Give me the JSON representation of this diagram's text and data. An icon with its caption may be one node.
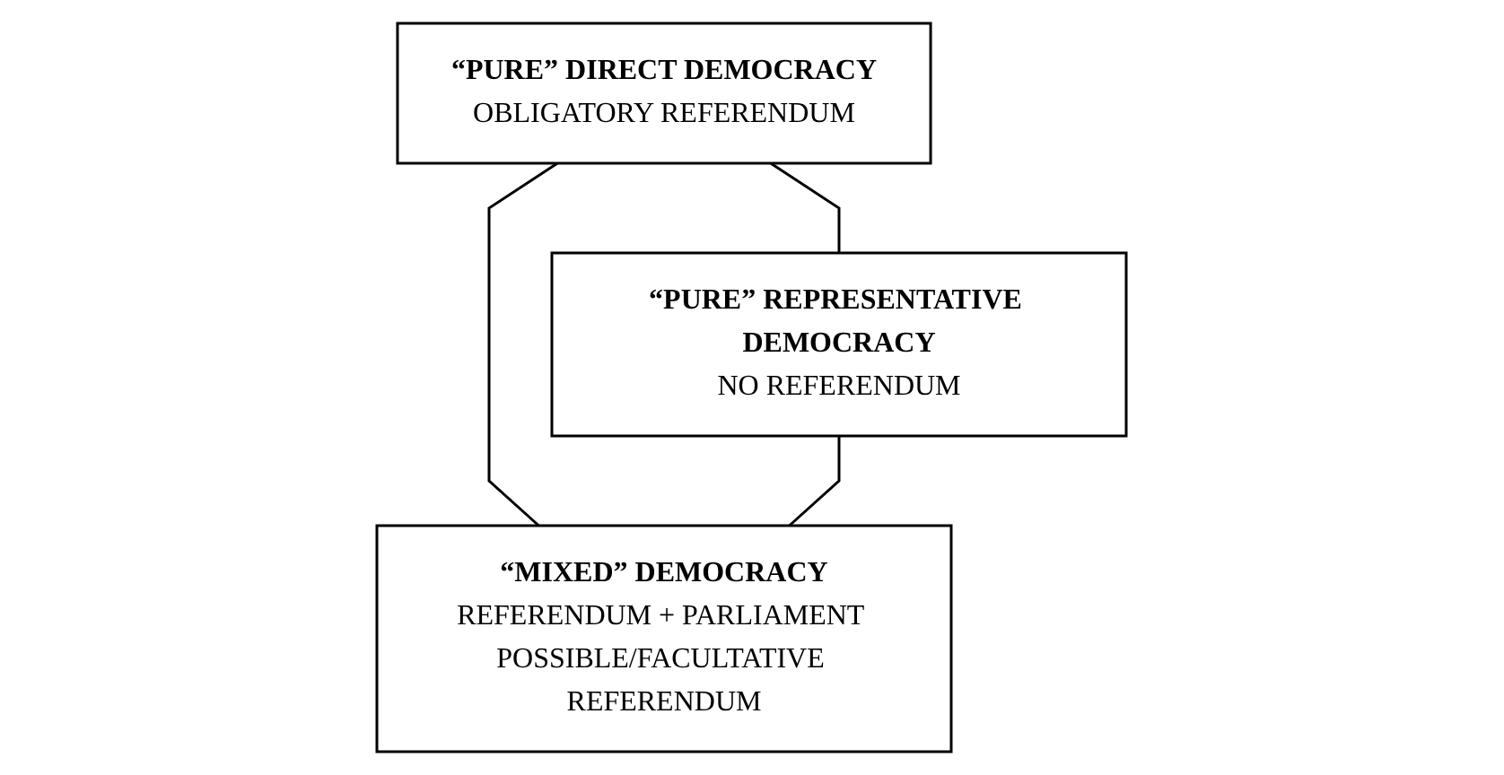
{
  "diagram": {
    "nodes": [
      {
        "text": [
          "“PURE” DIRECT DEMOCRACY",
          "OBLIGATORY REFERENDUM"
        ]
      },
      {
        "text": [
          "“PURE” REPRESENTATIVE DEMOCRACY",
          "NO REFERENDUM"
        ]
      },
      {
        "text": [
          "“MIXED” DEMOCRACY",
          "REFERENDUM + PARLIAMENT POSSIBLE/FACULTATIVE REFERENDUM"
        ]
      }
    ],
    "edges": [
      {
        "from": 0,
        "to": 1,
        "arrow": "none"
      },
      {
        "from": 0,
        "to": 2,
        "arrow": "none"
      },
      {
        "from": 1,
        "to": 2,
        "arrow": "none"
      }
    ]
  }
}
